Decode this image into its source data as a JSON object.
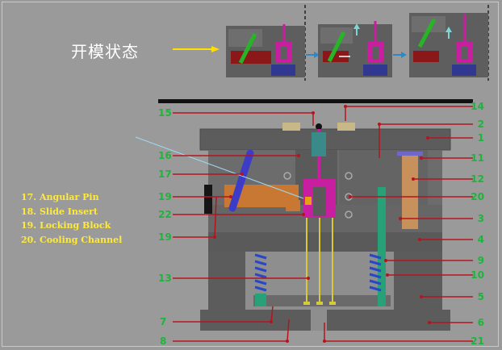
{
  "title": "开模状态",
  "legend": [
    "17. Angular Pin",
    "18. Slide Insert",
    "19. Locking Block",
    "20. Cooling Channel"
  ],
  "callouts_left": [
    "15",
    "16",
    "17",
    "19",
    "22",
    "19",
    "13",
    "7",
    "8"
  ],
  "callouts_right": [
    "14",
    "2",
    "1",
    "11",
    "12",
    "20",
    "3",
    "4",
    "9",
    "10",
    "5",
    "6",
    "21"
  ],
  "colors": {
    "background": "#9a9a9a",
    "plate": "#5f5f5f",
    "plate_light": "#767676",
    "label_green": "#1eb43c",
    "leader_red": "#b4141e",
    "legend_yellow": "#ffea3a",
    "magenta": "#c81ea0",
    "orange": "#c87832",
    "blue_pin": "#3c3cc8",
    "teal": "#28a078",
    "spring": "#2846c8"
  },
  "icons": [
    "arrow-right-icon",
    "arrow-up-icon"
  ]
}
